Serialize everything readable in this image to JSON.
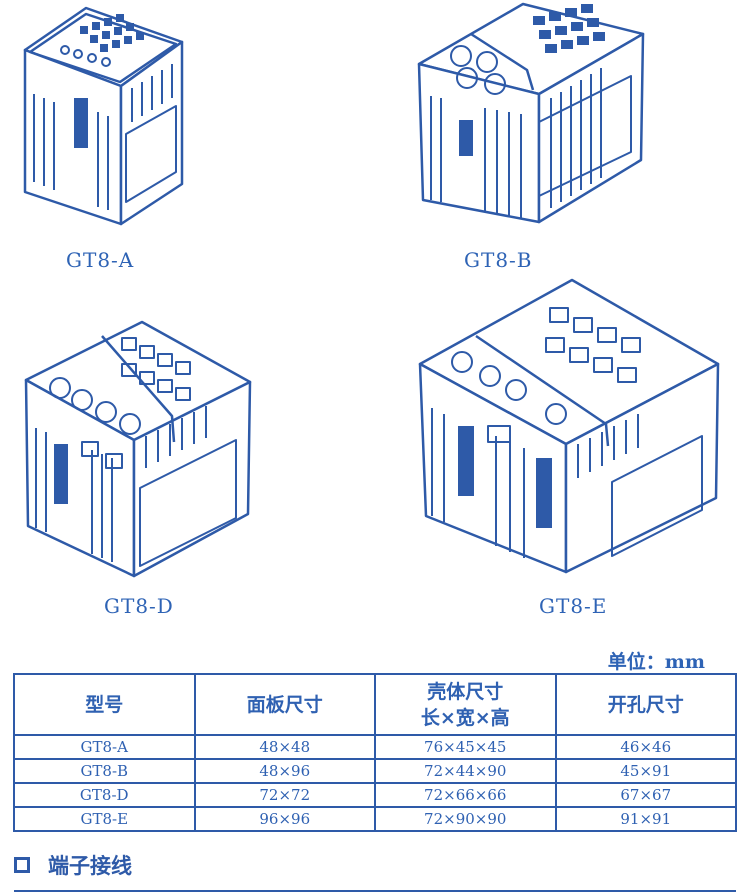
{
  "products": [
    {
      "id": "a",
      "label": "GT8-A"
    },
    {
      "id": "b",
      "label": "GT8-B"
    },
    {
      "id": "d",
      "label": "GT8-D"
    },
    {
      "id": "e",
      "label": "GT8-E"
    }
  ],
  "unit_label": "单位：mm",
  "table": {
    "headers": [
      "型号",
      "面板尺寸",
      "壳体尺寸",
      "长×宽×高",
      "开孔尺寸"
    ],
    "rows": [
      [
        "GT8-A",
        "48×48",
        "76×45×45",
        "46×46"
      ],
      [
        "GT8-B",
        "48×96",
        "72×44×90",
        "45×91"
      ],
      [
        "GT8-D",
        "72×72",
        "72×66×66",
        "67×67"
      ],
      [
        "GT8-E",
        "96×96",
        "72×90×90",
        "91×91"
      ]
    ]
  },
  "section_title": "端子接线",
  "colors": {
    "line": "#2e5aa8",
    "fill": "#ffffff"
  }
}
